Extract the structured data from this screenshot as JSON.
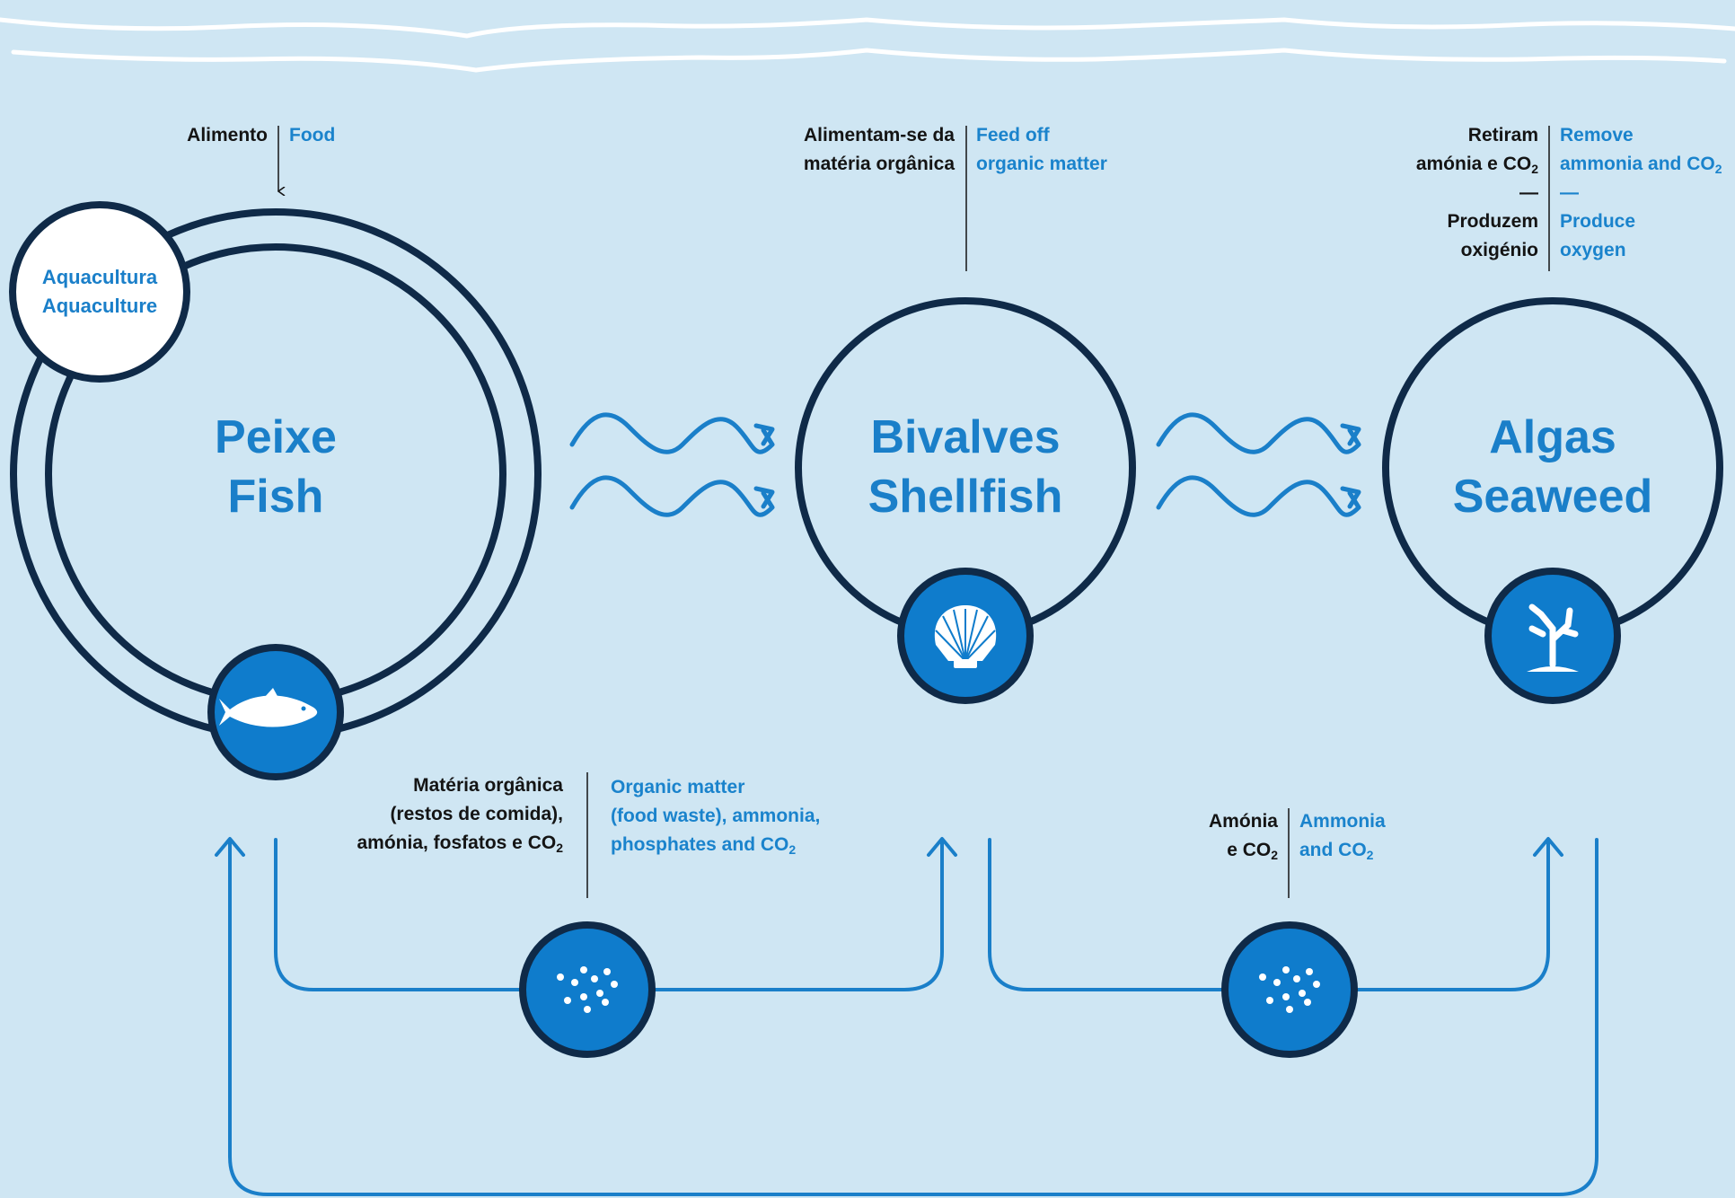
{
  "colors": {
    "background": "#cfe6f3",
    "navy": "#0f2a48",
    "blue": "#1a7fc9",
    "white": "#ffffff",
    "dark_text": "#141414"
  },
  "labels": {
    "food_pt": "Alimento",
    "food_en": "Food",
    "shellfish_pt": [
      "Alimentam-se da",
      "matéria orgânica"
    ],
    "shellfish_en": [
      "Feed off",
      "organic matter"
    ],
    "seaweed_pt": [
      "Retiram",
      "amónia e CO",
      "—",
      "Produzem",
      "oxigénio"
    ],
    "seaweed_en": [
      "Remove",
      "ammonia and CO",
      "—",
      "Produce",
      "oxygen"
    ],
    "organic_pt": [
      "Matéria orgânica",
      "(restos de comida),",
      "amónia, fosfatos e CO"
    ],
    "organic_en": [
      "Organic matter",
      "(food waste), ammonia,",
      "phosphates and CO"
    ],
    "ammonia_pt": [
      "Amónia",
      "e CO"
    ],
    "ammonia_en": [
      "Ammonia",
      "and CO"
    ],
    "subscript_two": "2"
  },
  "nodes": {
    "fish": {
      "title_pt": "Peixe",
      "title_en": "Fish",
      "icon": "fish-icon"
    },
    "shellfish": {
      "title_pt": "Bivalves",
      "title_en": "Shellfish",
      "icon": "scallop-shell-icon"
    },
    "seaweed": {
      "title_pt": "Algas",
      "title_en": "Seaweed",
      "icon": "seaweed-coral-icon"
    }
  },
  "badge": {
    "line1": "Aquacultura",
    "line2": "Aquaculture"
  },
  "particles_icon": "particles-icon",
  "wave_arrow_icon": "wave-arrow-icon"
}
